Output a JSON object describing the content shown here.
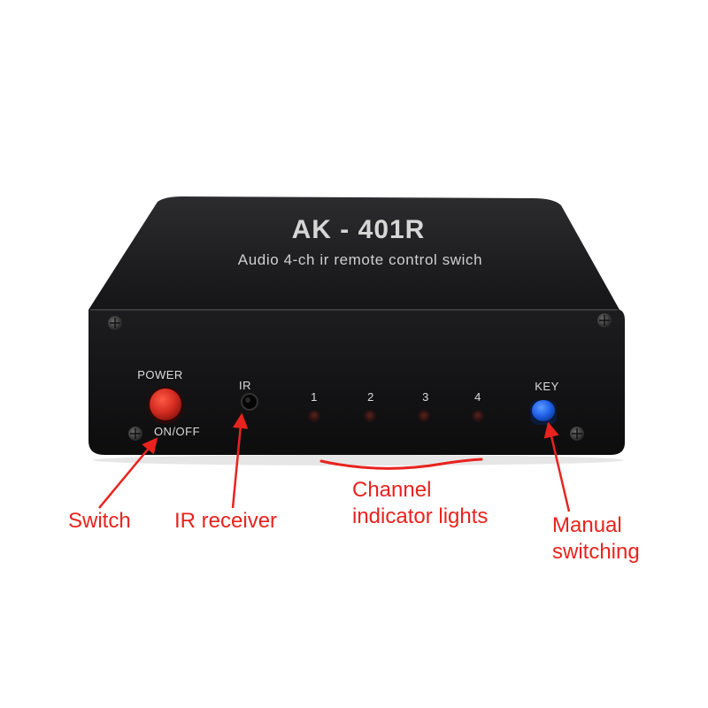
{
  "device": {
    "model": "AK - 401R",
    "subtitle": "Audio 4-ch ir remote control swich",
    "power_label": "POWER",
    "onoff_label": "ON/OFF",
    "ir_label": "IR",
    "key_label": "KEY",
    "channels": [
      "1",
      "2",
      "3",
      "4"
    ]
  },
  "callouts": {
    "switch": "Switch",
    "ir_receiver": "IR receiver",
    "channel_line1": "Channel",
    "channel_line2": "indicator lights",
    "manual_line1": "Manual",
    "manual_line2": "switching"
  },
  "colors": {
    "annotation": "#e8231e",
    "body": "#1b1b1d",
    "power_button": "#c8211c",
    "key_button": "#1e5fe6",
    "printed_text": "#d8d8d8"
  },
  "icons": {
    "screw": "screw-icon",
    "arrow": "arrow-icon"
  }
}
